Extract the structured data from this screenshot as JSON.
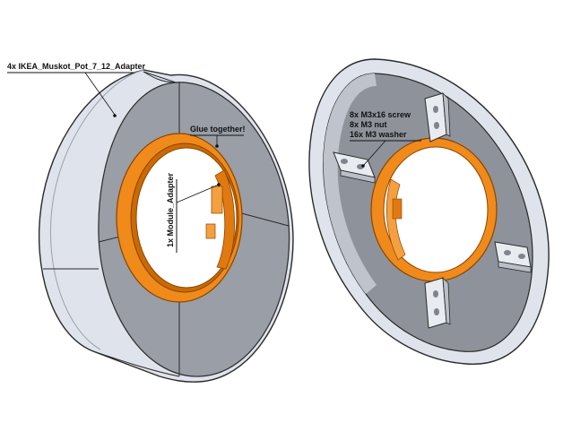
{
  "labels": {
    "adapter_parts": "4x IKEA_Muskot_Pot_7_12_Adapter",
    "glue_note": "Glue together!",
    "module_adapter": "1x Module_Adapter",
    "hardware": [
      "8x M3x16 screw",
      "8x M3 nut",
      "16x M3 washer"
    ]
  },
  "colors": {
    "ring_face": "#9a9ea6",
    "ring_rim": "#dfe3ec",
    "ring_edge": "#2a2a2a",
    "orange_part": "#f08a1a",
    "orange_dark": "#b85e00",
    "bracket": "#e8ebf0"
  }
}
